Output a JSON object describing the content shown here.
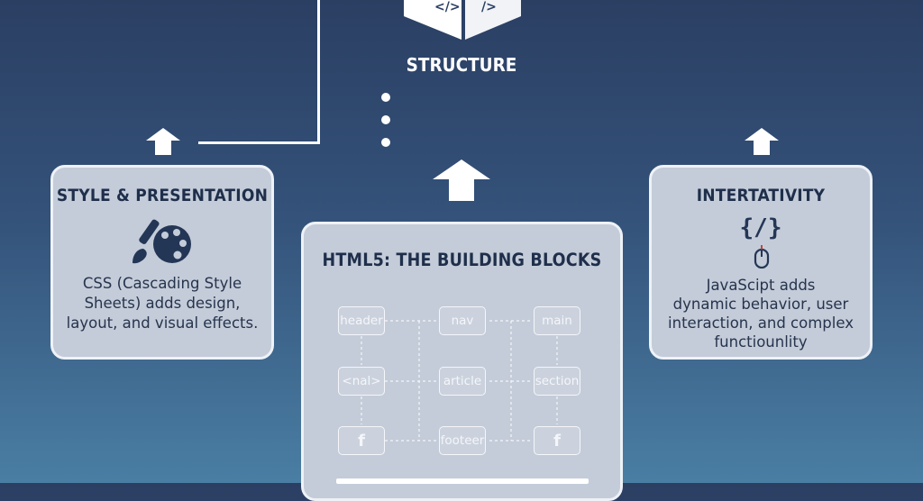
{
  "top": {
    "title": "STRUCTURE",
    "icon": "code-cube-icon"
  },
  "cards": {
    "style": {
      "title": "STYLE & PRESENTATION",
      "icon": "brush-palette-icon",
      "text_lines": [
        "CSS (Cascading Style",
        "Sheets) adds design,",
        "layout, and visual effects."
      ]
    },
    "html": {
      "title": "HTML5: THE BUILDING BLOCKS",
      "blocks": [
        "header",
        "nav",
        "main",
        "<nal>",
        "article",
        "section",
        "f",
        "footeer",
        "f"
      ]
    },
    "interactivity": {
      "title": "INTERTATIVITY",
      "code_symbol": "{/}",
      "icon": "mouse-icon",
      "text_lines": [
        "JavaScipt adds",
        "dynamic behavior, user",
        "interaction, and complex",
        "functiounlity"
      ]
    }
  },
  "colors": {
    "background_top": "#2b3f63",
    "background_bottom": "#4a7ea3",
    "card_fill": "#c4ccd9",
    "card_border": "#eef2f7",
    "text_dark": "#1f2f4b"
  }
}
